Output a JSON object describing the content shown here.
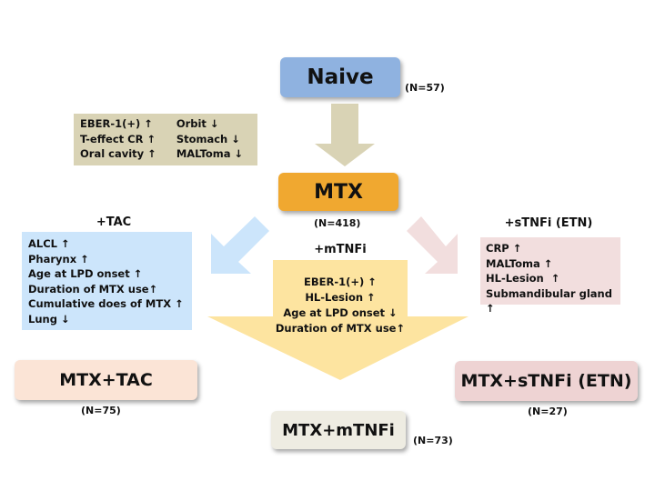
{
  "nodes": {
    "naive": {
      "label": "Naive",
      "n": "(N=57)",
      "color": "#8fb2e0"
    },
    "mtx": {
      "label": "MTX",
      "n": "(N=418)",
      "color": "#f0a830"
    },
    "mtx_tac": {
      "label": "MTX+TAC",
      "n": "(N=75)",
      "color": "#fbe4d6"
    },
    "mtx_mtnfi": {
      "label": "MTX+mTNFi",
      "n": "(N=73)",
      "color": "#eeece2"
    },
    "mtx_stnfi": {
      "label": "MTX+sTNFi (ETN)",
      "n": "(N=27)",
      "color": "#eed3d3"
    }
  },
  "naive_to_mtx": {
    "color": "#d9d3b5",
    "left_items": [
      "EBER-1(+) ↑",
      "T-effect CR ↑",
      "Oral cavity ↑"
    ],
    "right_items": [
      "Orbit ↓",
      "Stomach ↓",
      "MALToma ↓"
    ]
  },
  "tac": {
    "title": "+TAC",
    "color": "#cce5fb",
    "items": [
      "ALCL ↑",
      "Pharynx ↑",
      "Age at LPD onset ↑",
      "Duration of MTX use↑",
      "Cumulative does of MTX ↑",
      "Lung ↓"
    ]
  },
  "mtnfi": {
    "title": "+mTNFi",
    "color": "#fde4a0",
    "items": [
      "EBER-1(+) ↑",
      "HL-Lesion ↑",
      "Age at LPD onset ↓",
      "Duration of MTX use↑"
    ]
  },
  "stnfi": {
    "title": "+sTNFi (ETN)",
    "color": "#f2dede",
    "items": [
      "CRP ↑",
      "MALToma ↑",
      "HL-Lesion  ↑",
      "Submandibular gland ↑"
    ]
  },
  "arrow_colors": {
    "down": "#d9d3b5",
    "left": "#cce5fb",
    "right": "#f2dede",
    "big": "#fde4a0"
  }
}
